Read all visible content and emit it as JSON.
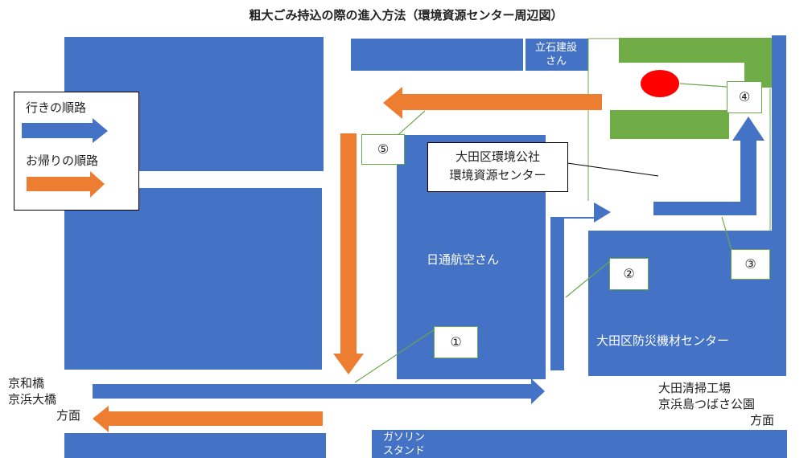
{
  "title": "粗大ごみ持込の際の進入方法（環境資源センター周辺図）",
  "legend": {
    "outbound_label": "行きの順路",
    "return_label": "お帰りの順路"
  },
  "colors": {
    "building_blue": "#4472c4",
    "route_outbound": "#4472c4",
    "route_return": "#ed7d31",
    "grass_green": "#70ad47",
    "pin_red": "#ff0000",
    "marker_border": "#6aa84f"
  },
  "labels": {
    "tateishi_line1": "立石建設",
    "tateishi_line2": "さん",
    "facility_line1": "大田区環境公社",
    "facility_line2": "環境資源センター",
    "nittsu": "日通航空さん",
    "bousai": "大田区防災機材センター",
    "left_dest_line1": "京和橋",
    "left_dest_line2": "京浜大橋",
    "left_dest_line3": "方面",
    "right_dest_line1": "大田清掃工場",
    "right_dest_line2": "京浜島つばさ公園",
    "right_dest_line3": "方面",
    "gas_line1": "ガソリン",
    "gas_line2": "スタンド"
  },
  "markers": [
    "①",
    "②",
    "③",
    "④",
    "⑤"
  ]
}
